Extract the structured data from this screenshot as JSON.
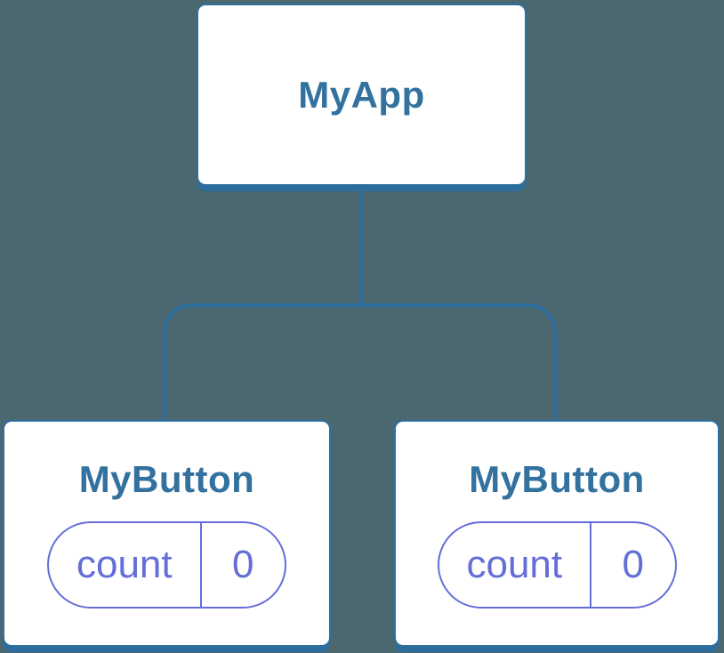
{
  "diagram": {
    "title": "component-tree",
    "root": {
      "label": "MyApp"
    },
    "children": [
      {
        "label": "MyButton",
        "state": {
          "key": "count",
          "value": "0"
        }
      },
      {
        "label": "MyButton",
        "state": {
          "key": "count",
          "value": "0"
        }
      }
    ],
    "colors": {
      "background": "#4b6770",
      "card_fill": "#ffffff",
      "card_border": "#2e6f9f",
      "card_shadow": "#2d6d9c",
      "connector": "#2e6f9f",
      "node_text": "#33719f",
      "state_accent": "#646ed8"
    }
  }
}
